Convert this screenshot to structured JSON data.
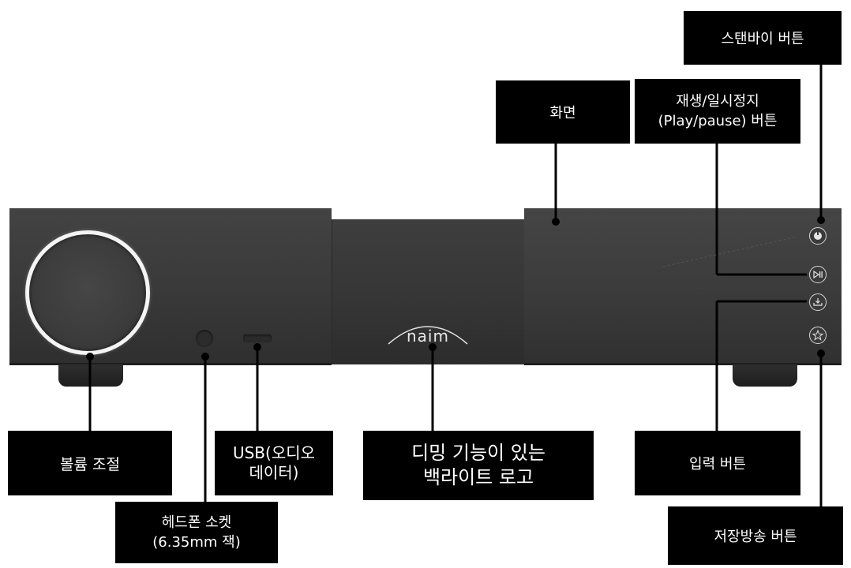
{
  "logo": {
    "brand_text": "naim"
  },
  "callouts": {
    "standby_button": "스탠바이 버튼",
    "display": "화면",
    "play_pause_button": "재생/일시정지\n(Play/pause) 버튼",
    "volume_control": "볼륨 조절",
    "usb_audio_data": "USB(오디오\n데이터)",
    "dimmable_backlit_logo": "디밍 기능이 있는\n백라이트 로고",
    "input_button": "입력 버튼",
    "headphone_socket": "헤드폰 소켓\n(6.35mm 잭)",
    "preset_button": "저장방송 버튼"
  },
  "icons": {
    "standby": "power-icon",
    "play_pause": "play-pause-icon",
    "input": "input-icon",
    "preset": "star-icon"
  }
}
